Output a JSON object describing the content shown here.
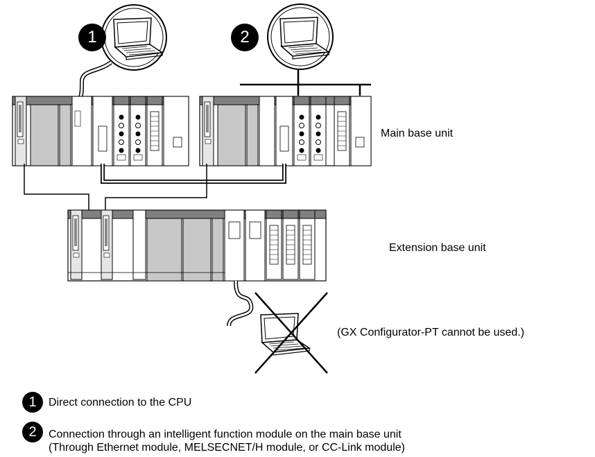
{
  "badges": {
    "one": "1",
    "two": "2"
  },
  "labels": {
    "main_base_unit": "Main base unit",
    "extension_base_unit": "Extension base unit",
    "cannot_be_used": "(GX Configurator-PT cannot be used.)"
  },
  "legend": [
    {
      "number": "1",
      "text": "Direct connection to the CPU"
    },
    {
      "number": "2",
      "line1": "Connection through an intelligent function module on the main base unit",
      "line2": "(Through Ethernet module, MELSECNET/H module, or CC-Link module)"
    }
  ],
  "icons": [
    "personal-computer-icon",
    "cross-mark-icon"
  ],
  "colors": {
    "module_gray": "#c8c8c8",
    "header_gray": "#808080",
    "line": "#000000"
  }
}
